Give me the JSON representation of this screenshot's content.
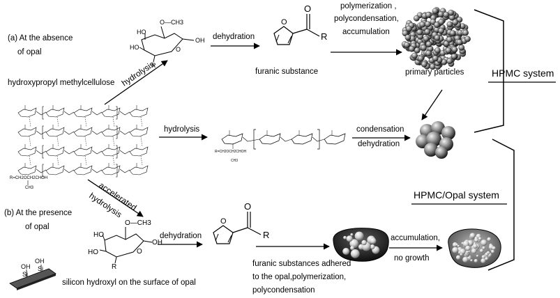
{
  "labels": {
    "absence_line1": "(a) At the absence",
    "absence_line2": "of opal",
    "hpmc_name": "hydroxypropyl methylcellulose",
    "hydrolysis_top": "hydrolysis",
    "dehydration_top": "dehydration",
    "furanic_substance": "furanic substance",
    "poly_line1": "polymerization ,",
    "poly_line2": "polycondensation,",
    "poly_line3": "accumulation",
    "primary_particles": "primary particles",
    "hpmc_system": "HPMC system",
    "hydrolysis_mid": "hydrolysis",
    "condensation": "condensation",
    "dehydration_mid": "dehydration",
    "hpmc_opal_system": "HPMC/Opal system",
    "accelerated": "accelerated",
    "hydrolysis_bottom": "hydrolysis",
    "presence_line1": "(b) At the presence",
    "presence_line2": "of opal",
    "dehydration_bottom": "dehydration",
    "adhered_line1": "furanic substances adhered",
    "adhered_line2": "to the opal,polymerization,",
    "adhered_line3": "polycondensation",
    "accumulation": "accumulation,",
    "no_growth": "no growth",
    "silicon_hydroxyl": "silicon hydroxyl on the surface of opal"
  },
  "chem": {
    "oh": "OH",
    "ho": "HO",
    "o": "O",
    "r": "R",
    "ch3": "CH3",
    "o_ch3": "O—CH3",
    "si": "Si",
    "r_formula": "R=CH2OCH2CHOH",
    "ch3_sub": "CH3"
  }
}
